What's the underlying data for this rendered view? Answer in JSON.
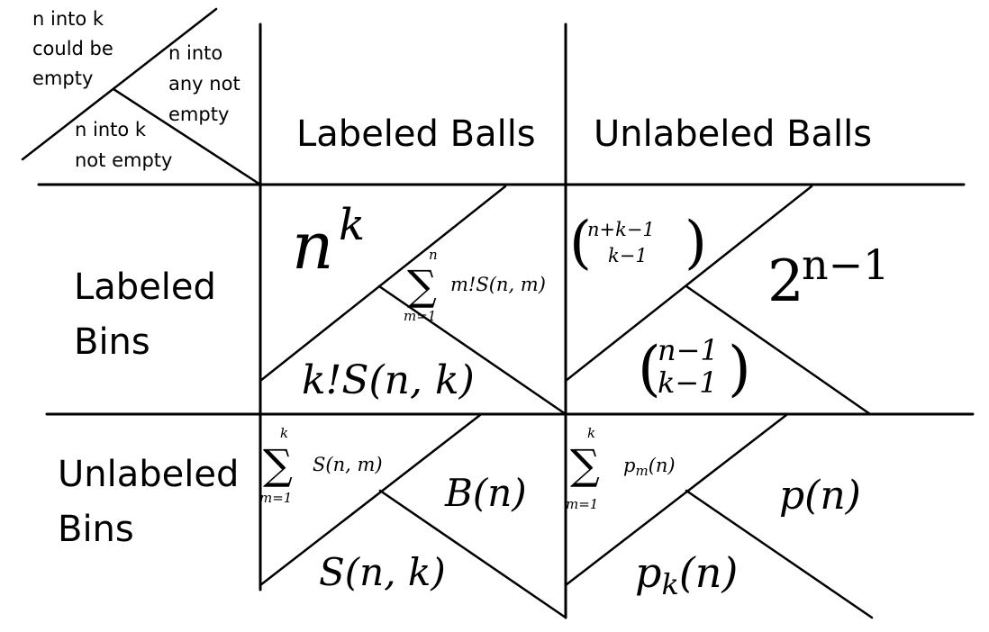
{
  "legend": {
    "top_left": [
      "n into k",
      "could be",
      "empty"
    ],
    "top_right": [
      "n into",
      "any not",
      "empty"
    ],
    "bottom": [
      "n into k",
      "not empty"
    ]
  },
  "columns": {
    "labeled_balls": "Labeled Balls",
    "unlabeled_balls": "Unlabeled Balls"
  },
  "rows": {
    "labeled_bins": [
      "Labeled",
      "Bins"
    ],
    "unlabeled_bins": [
      "Unlabeled",
      "Bins"
    ]
  },
  "cells": {
    "lb_lbin": {
      "could_be_empty": {
        "base": "n",
        "sup": "k"
      },
      "any_not_empty": {
        "upper": "n",
        "lower": "m=1",
        "term": "m!S(n, m)"
      },
      "not_empty": "k!S(n, k)"
    },
    "ub_lbin": {
      "could_be_empty": {
        "top": "n+k−1",
        "bottom": "k−1"
      },
      "any_not_empty": {
        "base": "2",
        "sup": "n−1"
      },
      "not_empty": {
        "top": "n−1",
        "bottom": "k−1"
      }
    },
    "lb_ubin": {
      "could_be_empty": {
        "upper": "k",
        "lower": "m=1",
        "term": "S(n, m)"
      },
      "any_not_empty": "B(n)",
      "not_empty": "S(n, k)"
    },
    "ub_ubin": {
      "could_be_empty": {
        "upper": "k",
        "lower": "m=1",
        "term": "p",
        "term_sub": "m",
        "term_tail": "(n)"
      },
      "any_not_empty": "p(n)",
      "not_empty": {
        "base": "p",
        "sub": "k",
        "tail": "(n)"
      }
    }
  }
}
